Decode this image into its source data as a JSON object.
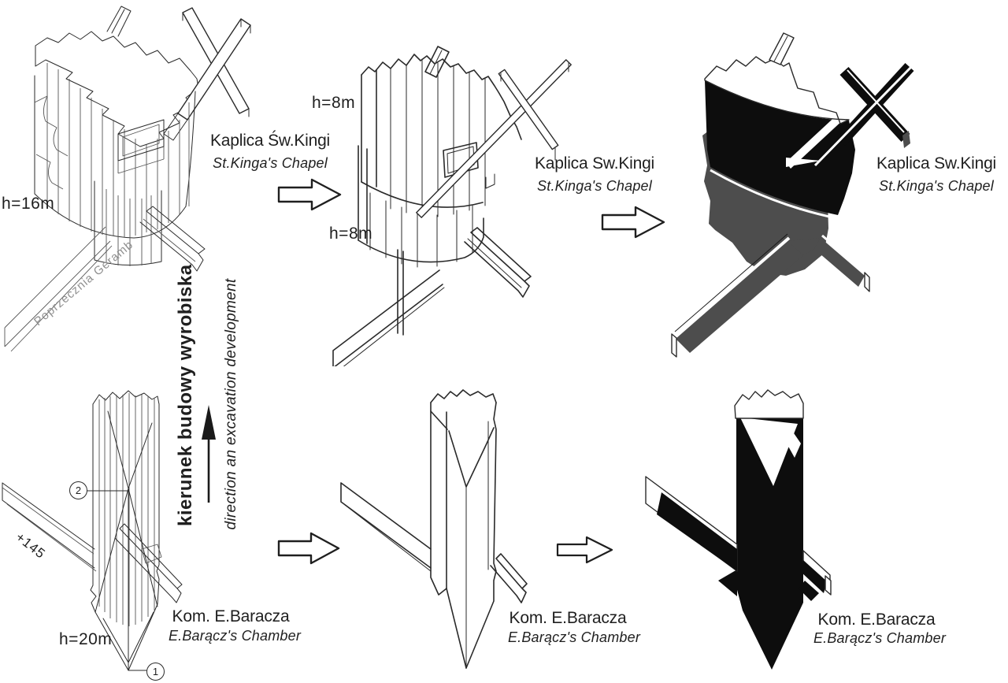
{
  "palette": {
    "ink": "#1f1f1f",
    "solid_black": "#0d0d0d",
    "solid_gray": "#4d4d4d",
    "corridor_text_gray": "#8f8f8f",
    "background": "#ffffff"
  },
  "top": {
    "stage1": {
      "height_label": "h=16m",
      "corridor_name": "Poprzecznia Geramb"
    },
    "label1": {
      "pl": "Kaplica Św.Kingi",
      "en": "St.Kinga's Chapel"
    },
    "stage2": {
      "h8_top": "h=8m",
      "h8_bottom": "h=8m"
    },
    "label2": {
      "pl": "Kaplica Sw.Kingi",
      "en": "St.Kinga's Chapel"
    },
    "label3": {
      "pl": "Kaplica Sw.Kingi",
      "en": "St.Kinga's Chapel"
    }
  },
  "center": {
    "pl": "kierunek budowy wyrobiska",
    "en": "direction an excavation development"
  },
  "bottom": {
    "stage1": {
      "level_label": "+145",
      "height_label": "h=20m",
      "marker_top": "2",
      "marker_bottom": "1"
    },
    "label1": {
      "pl": "Kom. E.Baracza",
      "en": "E.Barącz's Chamber"
    },
    "label2": {
      "pl": "Kom. E.Baracza",
      "en": "E.Barącz's Chamber"
    },
    "label3": {
      "pl": "Kom. E.Baracza",
      "en": "E.Barącz's Chamber"
    }
  }
}
